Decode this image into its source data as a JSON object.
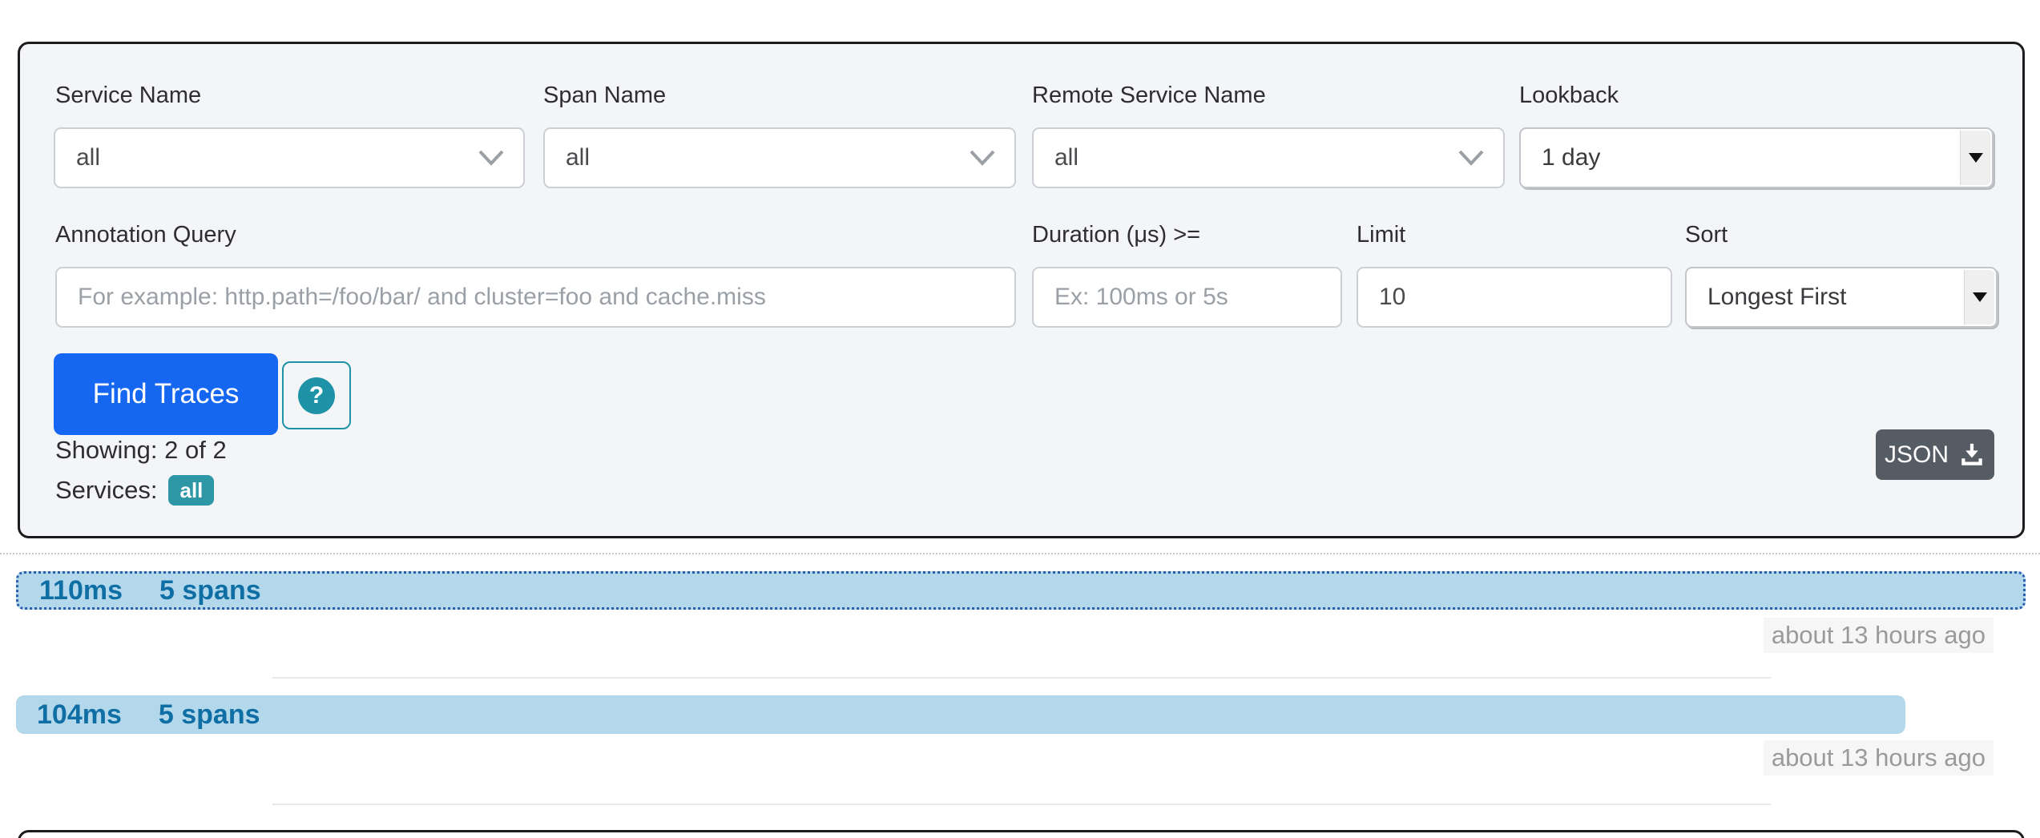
{
  "search_form": {
    "fields": {
      "service_name": {
        "label": "Service Name",
        "value": "all"
      },
      "span_name": {
        "label": "Span Name",
        "value": "all"
      },
      "remote_service_name": {
        "label": "Remote Service Name",
        "value": "all"
      },
      "lookback": {
        "label": "Lookback",
        "value": "1 day"
      },
      "annotation_query": {
        "label": "Annotation Query",
        "placeholder": "For example: http.path=/foo/bar/ and cluster=foo and cache.miss"
      },
      "duration": {
        "label": "Duration (μs) >=",
        "placeholder": "Ex: 100ms or 5s"
      },
      "limit": {
        "label": "Limit",
        "value": "10"
      },
      "sort": {
        "label": "Sort",
        "value": "Longest First"
      }
    },
    "find_traces_label": "Find Traces",
    "help_icon": "?",
    "showing_text": "Showing: 2 of 2",
    "services_label": "Services:",
    "services_badge": "all",
    "json_button_label": "JSON"
  },
  "traces": [
    {
      "duration": "110ms",
      "spans": "5 spans",
      "age": "about 13 hours ago",
      "width_pct": 100
    },
    {
      "duration": "104ms",
      "spans": "5 spans",
      "age": "about 13 hours ago",
      "width_pct": 94
    }
  ],
  "colors": {
    "accent_blue": "#1567f2",
    "teal": "#1e93a8",
    "badge_teal": "#2d97a5",
    "trace_bar": "#b3d7eb",
    "trace_text": "#0f6fa5",
    "json_button": "#565c64"
  }
}
